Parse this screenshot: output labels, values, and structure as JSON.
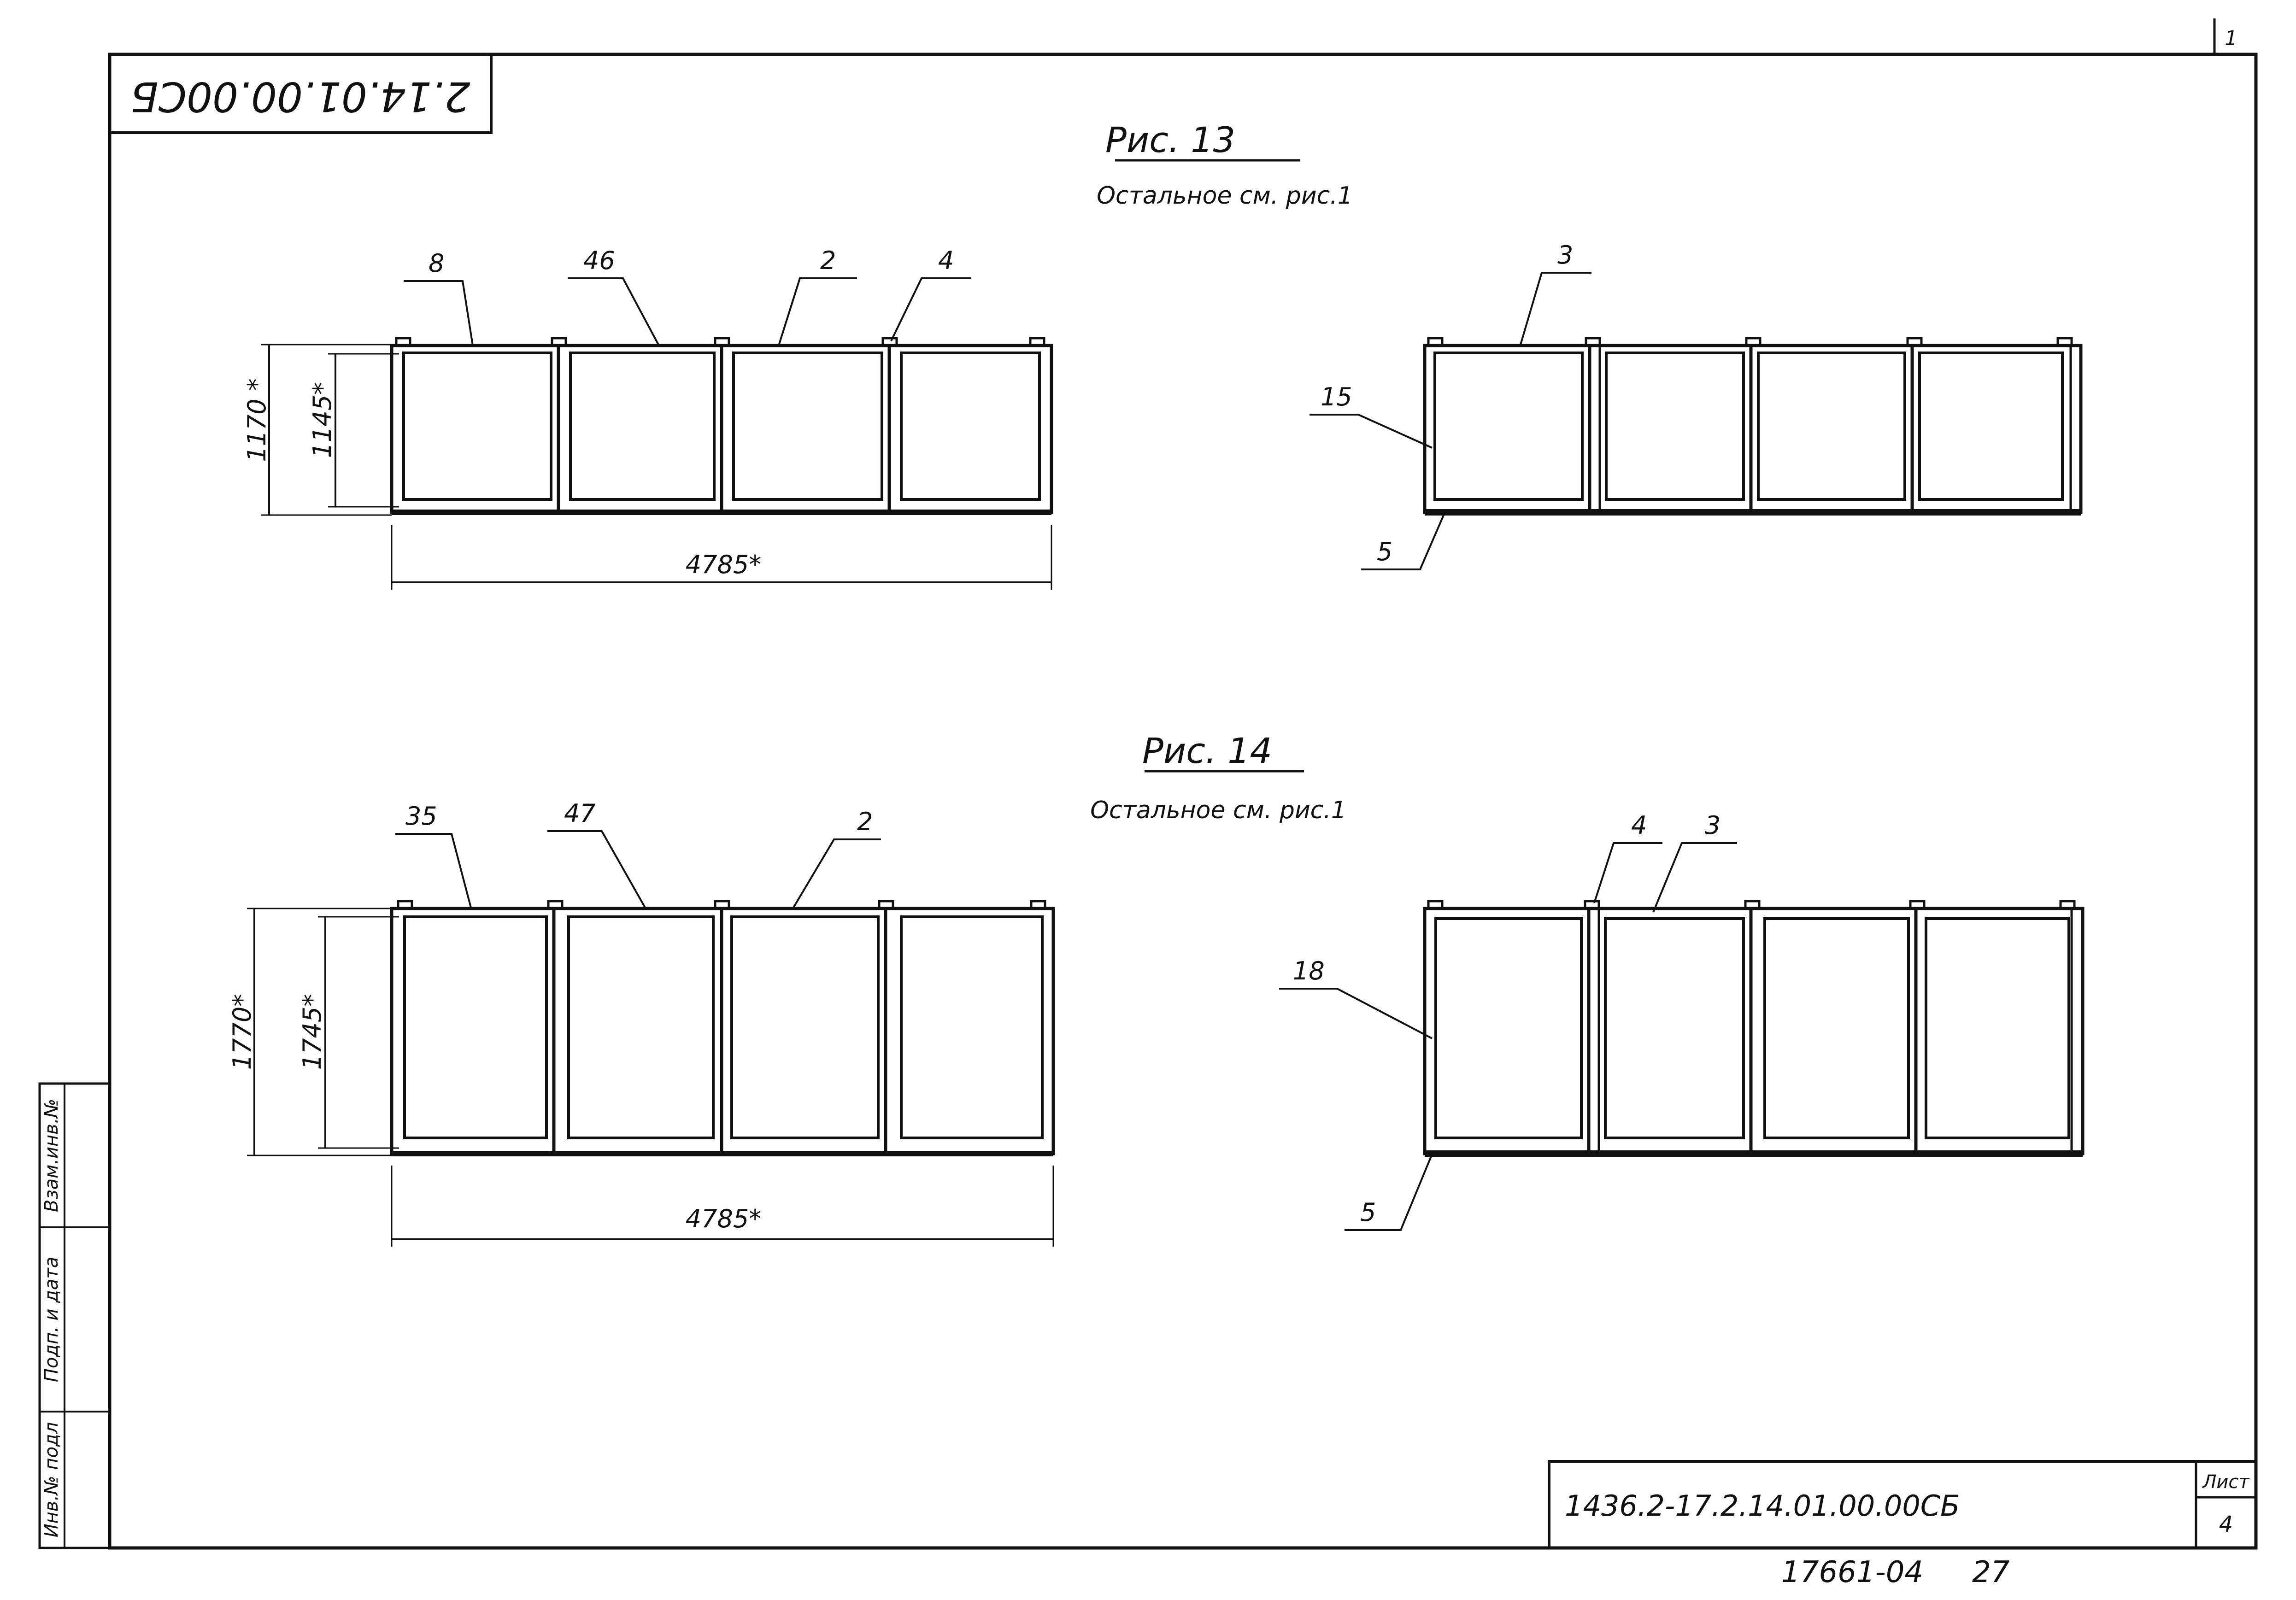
{
  "sheet": {
    "stamp_top_left": "2.14.01.00.00СБ",
    "corner_mark": "1",
    "side_stamp": {
      "vzam": "Взам.инв.№",
      "podp": "Подп. и дата",
      "inv": "Инв.№ подл"
    },
    "title_block": {
      "designation": "1436.2-17.2.14.01.00.00СБ",
      "sheet_label": "Лист",
      "sheet_number": "4"
    },
    "archive_number": "17661-04",
    "archive_page": "27"
  },
  "figures": [
    {
      "caption": "Рис. 13",
      "note": "Остальное см. рис.1",
      "front": {
        "dims": {
          "outer_height": "1170 *",
          "inner_height": "1145*",
          "width": "4785*"
        },
        "callouts": [
          "8",
          "46",
          "2",
          "4"
        ]
      },
      "side": {
        "callouts": [
          "3",
          "15",
          "5"
        ]
      }
    },
    {
      "caption": "Рис. 14",
      "note": "Остальное см. рис.1",
      "front": {
        "dims": {
          "outer_height": "1770*",
          "inner_height": "1745*",
          "width": "4785*"
        },
        "callouts": [
          "35",
          "47",
          "2"
        ]
      },
      "side": {
        "callouts": [
          "4",
          "3",
          "18",
          "5"
        ]
      }
    }
  ]
}
